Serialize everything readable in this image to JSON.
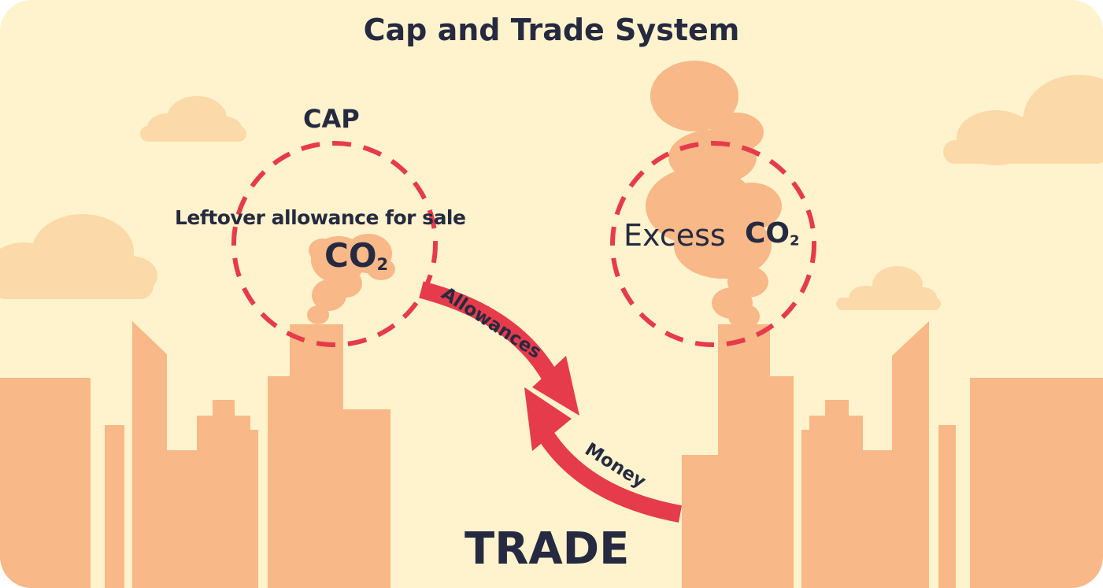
{
  "diagram": {
    "title": "Cap and Trade System",
    "cap_label": "CAP",
    "leftover_label": "Leftover allowance for sale",
    "co2_main": "CO",
    "co2_sub": "2",
    "excess_label": "Excess",
    "allowances_label": "Allowances",
    "money_label": "Money",
    "trade_label": "TRADE"
  },
  "colors": {
    "background": "#fff3cd",
    "building": "#f8b888",
    "cloud": "#fcd9a8",
    "smoke": "#f8b888",
    "arrow": "#e63b4b",
    "text": "#262a40"
  }
}
